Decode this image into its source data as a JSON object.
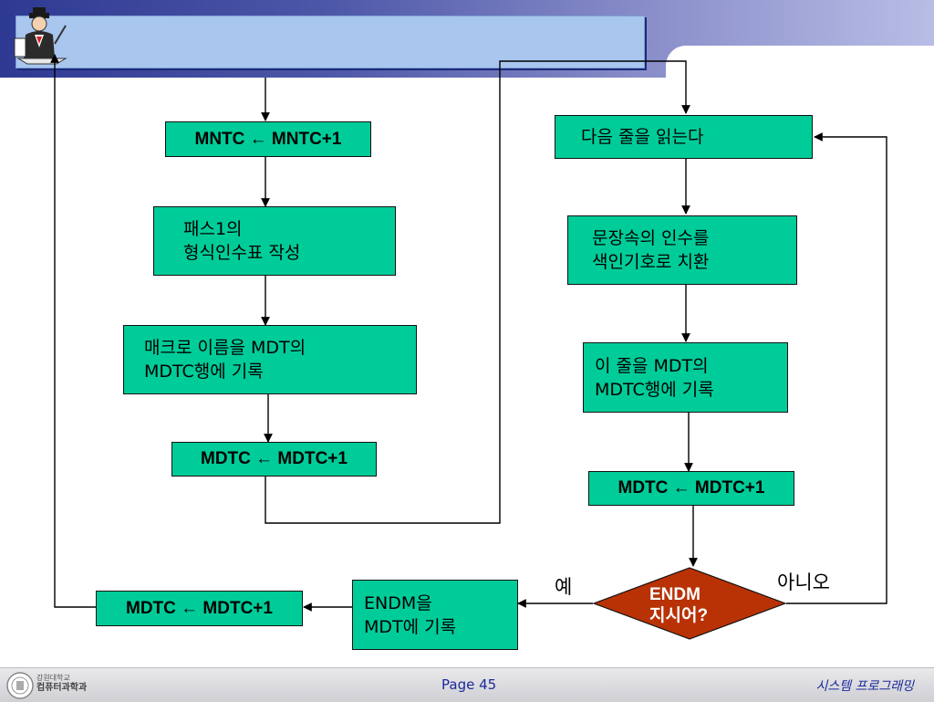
{
  "slide": {
    "title": ""
  },
  "boxes": {
    "mntc_increment": "MNTC ← MNTC+1",
    "pass1_table": [
      "패스1의",
      "형식인수표 작성"
    ],
    "record_macro_name": [
      "매크로 이름을 MDT의",
      "MDTC행에 기록"
    ],
    "mdtc_increment_left": "MDTC ← MDTC+1",
    "read_next_line": "다음 줄을 읽는다",
    "replace_arguments": [
      "문장속의 인수를",
      "색인기호로 치환"
    ],
    "record_line": [
      "이 줄을 MDT의",
      "MDTC행에 기록"
    ],
    "mdtc_increment_right": "MDTC ← MDTC+1",
    "record_endm": [
      "ENDM을",
      "MDT에 기록"
    ],
    "mdtc_increment_bottom": "MDTC ← MDTC+1"
  },
  "decision": {
    "lines": [
      "ENDM",
      "지시어?"
    ],
    "yes_label": "예",
    "no_label": "아니오",
    "fill_color": "#b83206"
  },
  "colors": {
    "box_fill": "#00cc99",
    "header": "#2e3a92",
    "title_bar": "#a8c6ee"
  },
  "footer": {
    "school": "강원대학교",
    "department": "컴퓨터과학과",
    "page": "Page 45",
    "course": "시스템 프로그래밍"
  }
}
